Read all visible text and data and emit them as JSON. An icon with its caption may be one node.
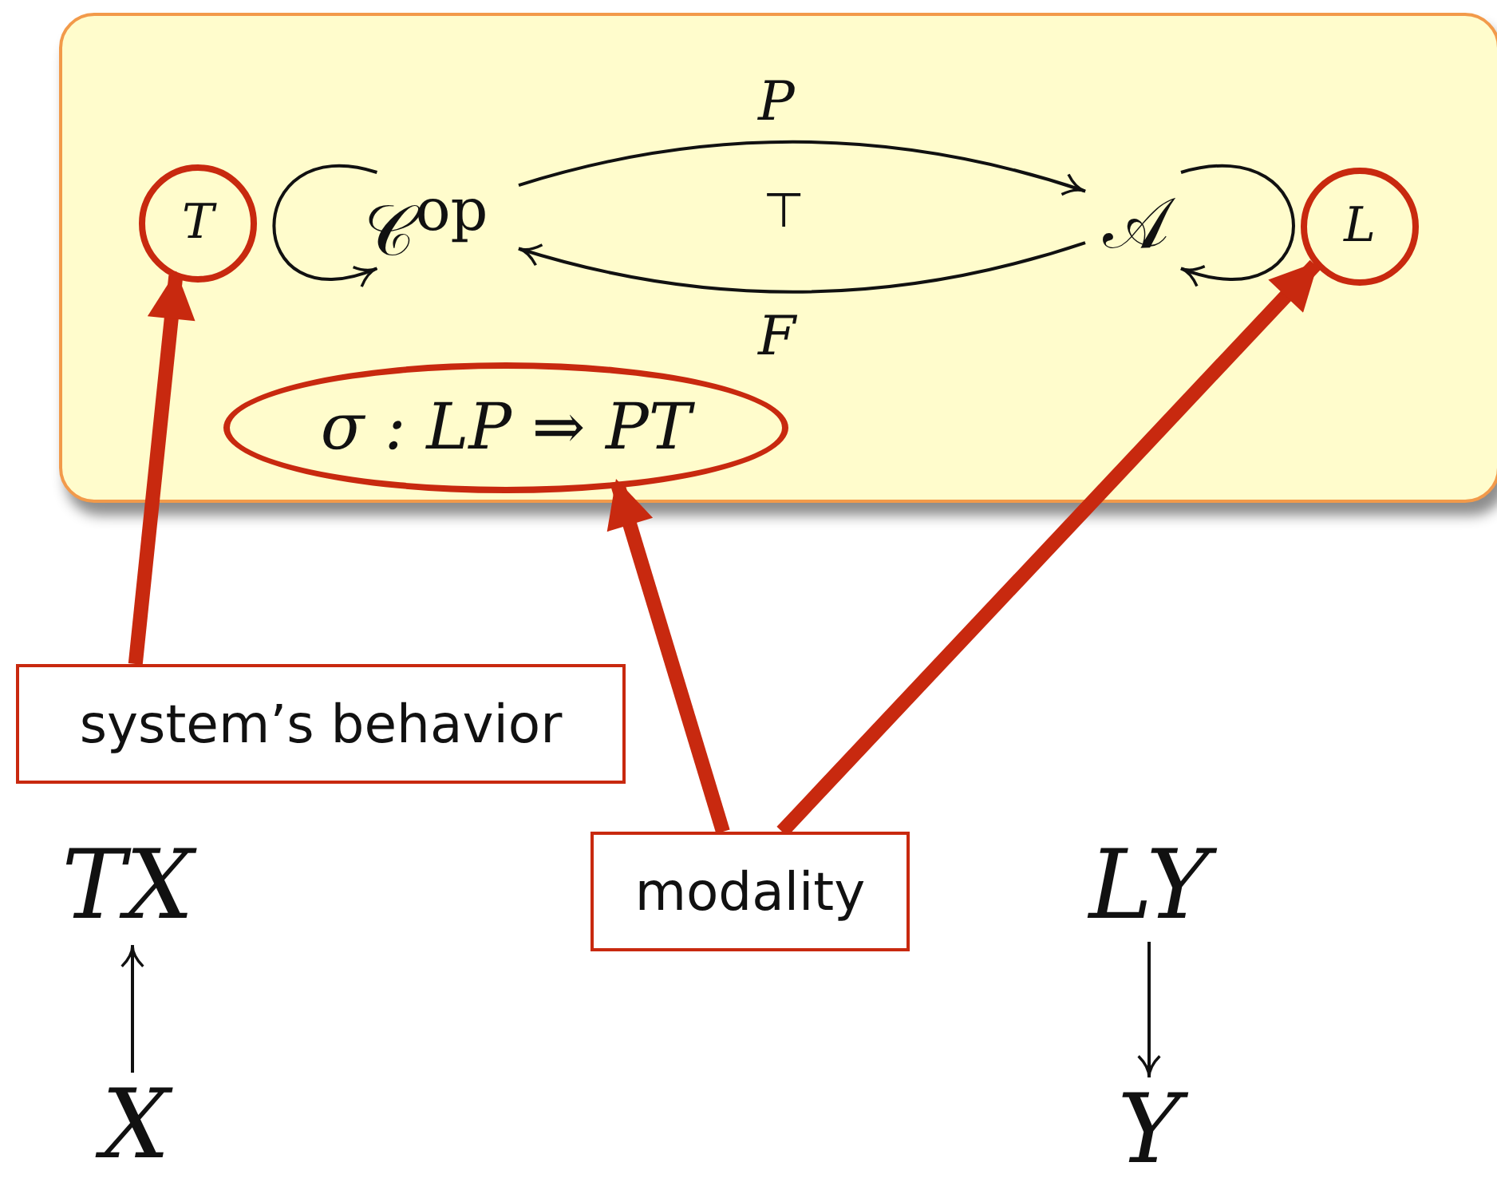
{
  "diagram": {
    "nodes": [
      {
        "text": [],
        "shape": "box"
      },
      {
        "text": [
          "T"
        ],
        "in": 0
      },
      {
        "text": [
          "𝒞$^{op}$"
        ],
        "in": 0
      },
      {
        "text": [
          "𝒜"
        ],
        "in": 0
      },
      {
        "text": [
          "L"
        ],
        "in": 0
      },
      {
        "text": [
          "σ : LP ⇒ PT"
        ],
        "in": 0
      },
      {
        "text": [
          "system’s behavior"
        ]
      },
      {
        "text": [
          "modality"
        ]
      },
      {
        "text": [
          "TX"
        ]
      },
      {
        "text": [
          "X"
        ]
      },
      {
        "text": [
          "LY"
        ]
      },
      {
        "text": [
          "Y"
        ]
      }
    ],
    "edges": [
      {
        "from": 2,
        "to": 2,
        "arrow": "to"
      },
      {
        "from": 2,
        "to": 3,
        "arrow": "to",
        "label": "P"
      },
      {
        "from": 3,
        "to": 2,
        "arrow": "to",
        "label": "F"
      },
      {
        "from": 3,
        "to": 3,
        "arrow": "to"
      },
      {
        "from": 6,
        "to": 1,
        "arrow": "to",
        "style": "thick",
        "color": "#c8290f"
      },
      {
        "from": 7,
        "to": 5,
        "arrow": "to",
        "style": "thick",
        "color": "#c8290f"
      },
      {
        "from": 7,
        "to": 4,
        "arrow": "to",
        "style": "thick",
        "color": "#c8290f"
      },
      {
        "from": 9,
        "to": 8,
        "arrow": "to"
      },
      {
        "from": 10,
        "to": 11,
        "arrow": "to"
      }
    ],
    "labels": [
      "⊤"
    ]
  }
}
